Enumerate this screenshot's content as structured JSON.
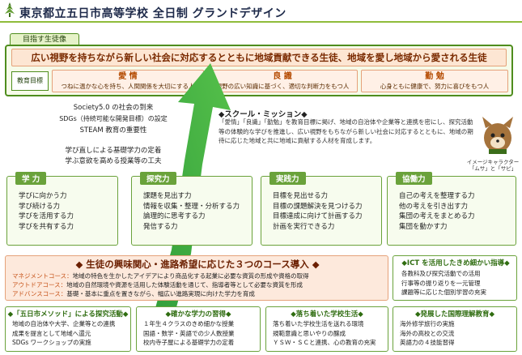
{
  "header": {
    "title": "東京都立五日市高等学校 全日制 グランドデザイン"
  },
  "goal": {
    "tab_label": "目指す生徒像",
    "statement": "広い視野を持ちながら新しい社会に対応するとともに地域貢献できる生徒、地域を愛し地域から愛される生徒",
    "edu_label": "教育目標",
    "virtues": [
      {
        "name": "愛 情",
        "desc": "つねに温かな心を持ち、人間関係を大切にする人"
      },
      {
        "name": "良 識",
        "desc": "視野の広い知識に基づく、適切な判断力をもつ人"
      },
      {
        "name": "勤 勉",
        "desc": "心身ともに健康で、努力に喜びをもつ人"
      }
    ]
  },
  "pillars": [
    "Society5.0 の社会の到来",
    "SDGs（持続可能な開発目標）の設定",
    "STEAM 教育の重要性",
    "学び直しによる基礎学力の定着",
    "学ぶ意欲を高める授業等の工夫"
  ],
  "mission": {
    "heading": "◆スクール・ミッション◆",
    "body": "「愛情」「良識」「勤勉」を教育目標に掲げ、地域の自治体や企業等と連携を密にし、探究活動等の体験的な学びを推進し、広い視野をもちながら新しい社会に対応するとともに、地域の期待に応じた地域と共に地域に貢献する人材を育成します。"
  },
  "mascot": {
    "caption": "イメージキャラクター「ムサ」と「サピ」"
  },
  "skills": [
    {
      "title": "学 力",
      "items": [
        "学びに向かう力",
        "学び続ける力",
        "学びを活用する力",
        "学びを共有する力"
      ]
    },
    {
      "title": "探究力",
      "items": [
        "課題を見出す力",
        "情報を収集・整理・分析する力",
        "論理的に思考する力",
        "発信する力"
      ]
    },
    {
      "title": "実践力",
      "items": [
        "目標を見出せる力",
        "目標の課題解決を見つける力",
        "目標達成に向けて計画する力",
        "計画を実行できる力"
      ]
    },
    {
      "title": "協働力",
      "items": [
        "自己の考えを整理する力",
        "他の考えを引き出す力",
        "集団の考えをまとめる力",
        "集団を動かす力"
      ]
    }
  ],
  "course": {
    "title": "◆ 生徒の興味関心・進路希望に応じた３つのコース導入 ◆",
    "rows": [
      {
        "name": "マネジメントコース：",
        "desc": "地域の特色を生かしたアイデアにより商品化する起業に必要な資質の形成や資格の取得"
      },
      {
        "name": "アウトドアコース：",
        "desc": "地域の自然環境や資源を活用した体験活動を通じて、指導者等として必要な資質を形成"
      },
      {
        "name": "アドバンスコース：",
        "desc": "基礎・基本に重点を置きながら、幅広い進路実現に向けた学力を育成"
      }
    ]
  },
  "ict": {
    "title": "◆ICT を活用したきめ細かい指導◆",
    "items": [
      "各教科及び探究活動での活用",
      "行事等の振り返りを一元管理",
      "課題等に応じた個別学習の充実"
    ]
  },
  "bottom_boxes": [
    {
      "title": "◆「五日市メソッド」による探究活動◆",
      "items": [
        "地域の自治体や大学、企業等との連携",
        "成果を提言として地域へ還元",
        "SDGs ワークショップの実施"
      ]
    },
    {
      "title": "◆確かな学力の習得◆",
      "items": [
        "１年生４クラスのきめ細かな授業",
        "国語・数学・英語での少人数授業",
        "校内寺子屋による基礎学力の定着"
      ]
    },
    {
      "title": "◆落ち着いた学校生活◆",
      "items": [
        "落ち着いた学校生活を送れる環境",
        "規範意識と思いやりの醸成",
        "ＹＳＷ・ＳＣと連携、心の教育の充実"
      ]
    },
    {
      "title": "◆発展した国際理解教育◆",
      "items": [
        "海外修学旅行の実施",
        "海外の高校との交流",
        "英語力の４技能習得"
      ]
    }
  ],
  "colors": {
    "accent_green": "#4f8d1e",
    "arrow_green": "#2e9b3a",
    "orange_text": "#c7541a"
  }
}
